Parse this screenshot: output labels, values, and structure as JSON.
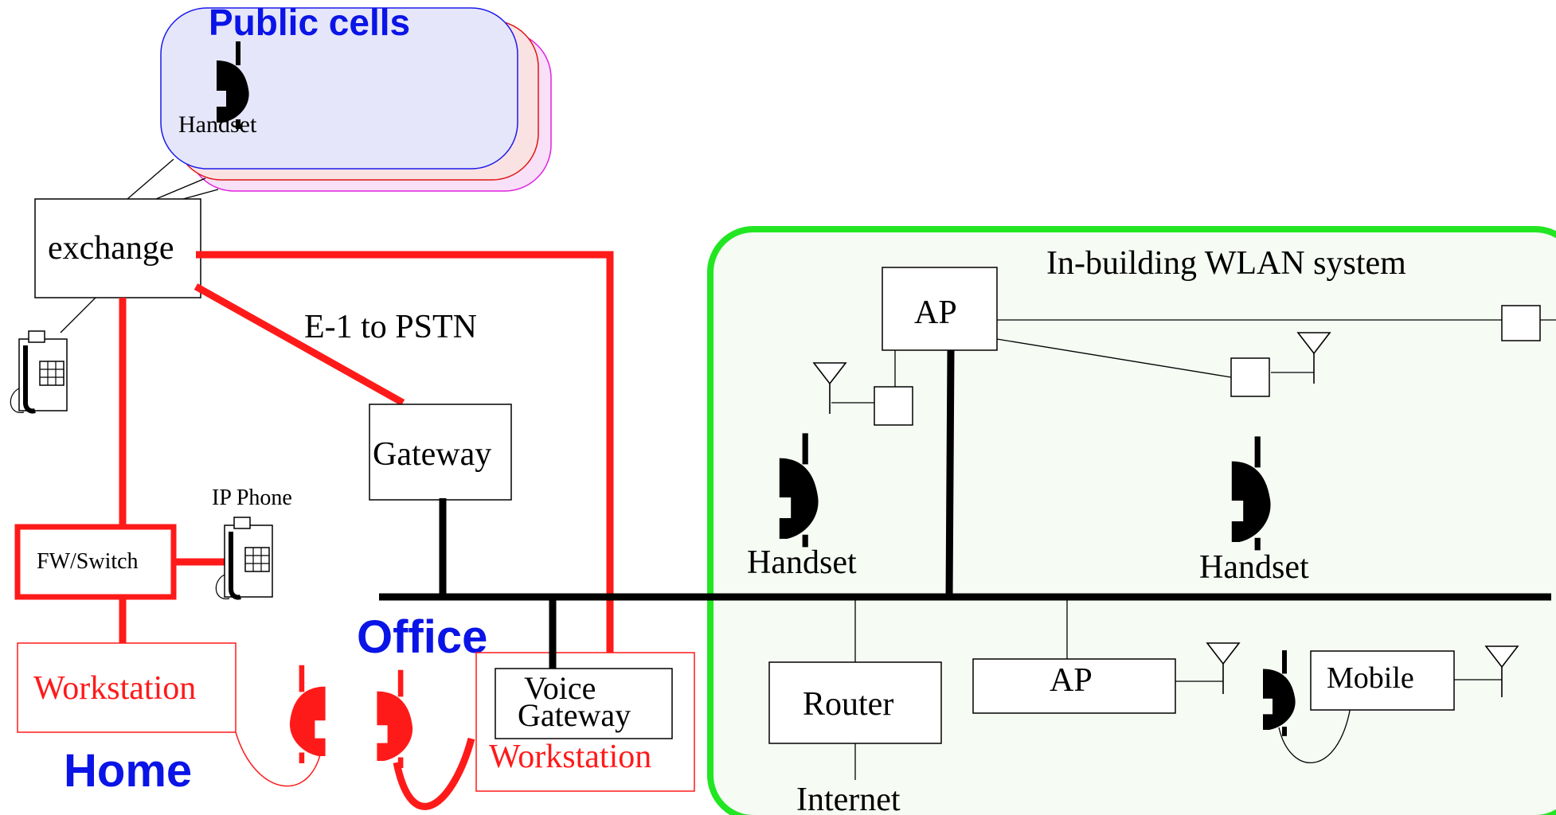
{
  "colors": {
    "network_red": "#ff1a1a",
    "label_blue": "#0a14e6",
    "wlan_green": "#22e622",
    "wlan_fill": "#f6fbf4",
    "cell_front": "#e6e6fa",
    "cell_mid": "#fbe2e2",
    "cell_back": "#f8e0f8"
  },
  "public_cells": {
    "title": "Public cells",
    "handset_label": "Handset"
  },
  "exchange": {
    "label": "exchange"
  },
  "link_label": "E-1 to PSTN",
  "gateway": {
    "label": "Gateway"
  },
  "ip_phone": {
    "label": "IP Phone"
  },
  "fw_switch": {
    "label": "FW/Switch"
  },
  "home": {
    "workstation_label": "Workstation",
    "zone_label": "Home"
  },
  "office": {
    "zone_label": "Office",
    "voice_gateway_line1": "Voice",
    "voice_gateway_line2": "Gateway",
    "workstation_label": "Workstation"
  },
  "wlan": {
    "title": "In-building WLAN system",
    "ap_top_label": "AP",
    "handset_left_label": "Handset",
    "handset_right_label": "Handset",
    "router_label": "Router",
    "internet_label": "Internet",
    "ap_bottom_label": "AP",
    "mobile_label": "Mobile"
  },
  "icons": [
    "handset-icon",
    "desk-phone-icon",
    "antenna-icon"
  ]
}
